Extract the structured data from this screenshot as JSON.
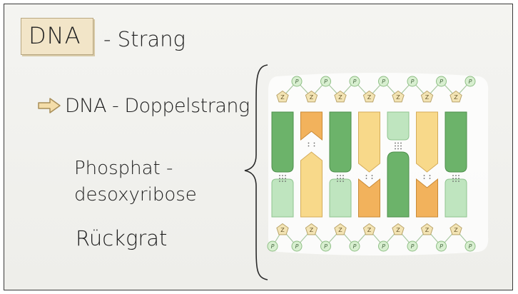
{
  "board": {
    "title_box": "DNA",
    "title_rest": "- Strang",
    "arrow_item": "DNA - Doppelstrang",
    "label_line1": "Phosphat -",
    "label_line2": "desoxyribose",
    "label_line3": "Rückgrat"
  },
  "diagram": {
    "phosphate_label": "P",
    "sugar_label": "Z",
    "top_bases": [
      "dark-green",
      "orange",
      "dark-green",
      "yellow",
      "light-green",
      "yellow",
      "dark-green"
    ],
    "bottom_bases": [
      "light-green",
      "yellow",
      "light-green",
      "orange",
      "dark-green",
      "orange",
      "light-green"
    ],
    "bond_counts": [
      3,
      2,
      3,
      2,
      3,
      2,
      3
    ],
    "colors": {
      "dark-green": "#6cb36a",
      "light-green": "#bfe5bf",
      "yellow": "#f8d98a",
      "orange": "#f2b25c",
      "sugar": "#f3e4b4",
      "phosphate": "#d8efd0"
    }
  }
}
